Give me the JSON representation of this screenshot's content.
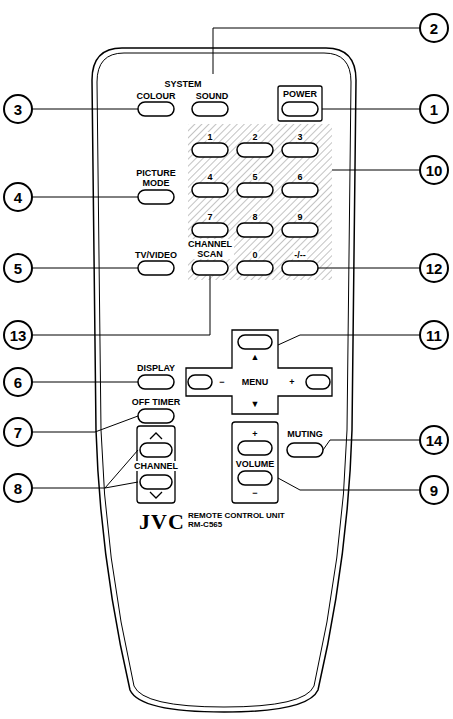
{
  "diagram": {
    "nodes": [
      {
        "text": [
          "1"
        ]
      },
      {
        "text": [
          "2"
        ]
      },
      {
        "text": [
          "3"
        ]
      },
      {
        "text": [
          "4"
        ]
      },
      {
        "text": [
          "5"
        ]
      },
      {
        "text": [
          "6"
        ]
      },
      {
        "text": [
          "7"
        ]
      },
      {
        "text": [
          "8"
        ]
      },
      {
        "text": [
          "9"
        ]
      },
      {
        "text": [
          "10"
        ]
      },
      {
        "text": [
          "11"
        ]
      },
      {
        "text": [
          "12"
        ]
      },
      {
        "text": [
          "13"
        ]
      },
      {
        "text": [
          "14"
        ]
      }
    ],
    "labels": [
      "SYSTEM",
      "COLOUR",
      "SOUND",
      "POWER",
      "1",
      "2",
      "3",
      "PICTURE MODE",
      "4",
      "5",
      "6",
      "7",
      "8",
      "9",
      "TV/VIDEO",
      "CHANNEL SCAN",
      "0",
      "-/--",
      "▲",
      "DISPLAY",
      "−",
      "MENU",
      "+",
      "▼",
      "OFF TIMER",
      "+",
      "MUTING",
      "CHANNEL",
      "VOLUME",
      "−",
      "JVC",
      "REMOTE CONTROL UNIT RM-C565"
    ]
  }
}
